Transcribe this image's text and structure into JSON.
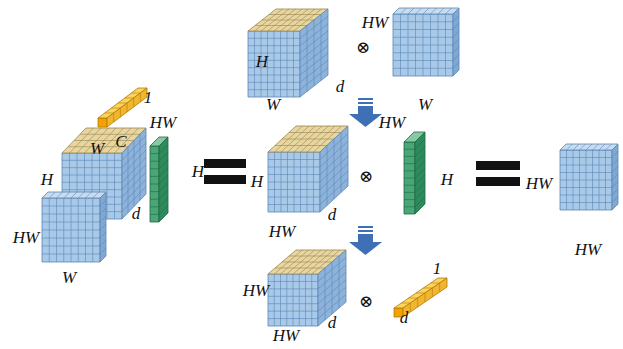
{
  "diagram": {
    "labels": [
      "1",
      "C",
      "HW",
      "W",
      "H",
      "d",
      "HW",
      "W",
      "H",
      "H",
      "W",
      "d",
      "⊗",
      "HW",
      "W",
      "H",
      "HW",
      "d",
      "⊗",
      "HW",
      "H",
      "HW",
      "HW",
      "HW",
      "HW",
      "d",
      "⊗",
      "1",
      "d"
    ]
  }
}
